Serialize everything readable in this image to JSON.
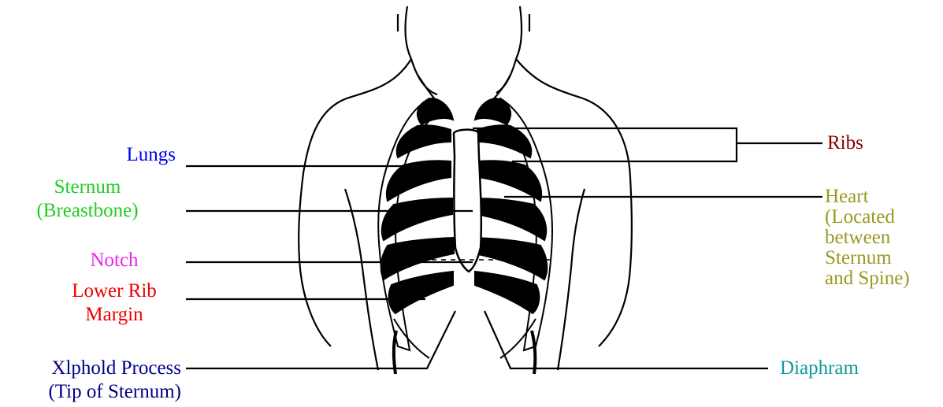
{
  "labels": {
    "lungs": "Lungs",
    "sternum": "Sternum",
    "sternum_sub": "(Breastbone)",
    "notch": "Notch",
    "lower_rib_1": "Lower Rib",
    "lower_rib_2": "Margin",
    "xiphoid_1": "Xlphold Process",
    "xiphoid_2": "(Tip of Sternum)",
    "ribs": "Ribs",
    "heart_1": "Heart",
    "heart_2": "(Located",
    "heart_3": "between",
    "heart_4": "Sternum",
    "heart_5": "and Spine)",
    "diaphragm": "Diaphram"
  },
  "colors": {
    "lungs": "#0000ee",
    "sternum": "#22cc22",
    "notch": "#ee22ee",
    "lower_rib": "#ee0000",
    "xiphoid": "#000088",
    "ribs": "#880000",
    "heart": "#999922",
    "diaphragm": "#119999",
    "ink": "#000000"
  }
}
